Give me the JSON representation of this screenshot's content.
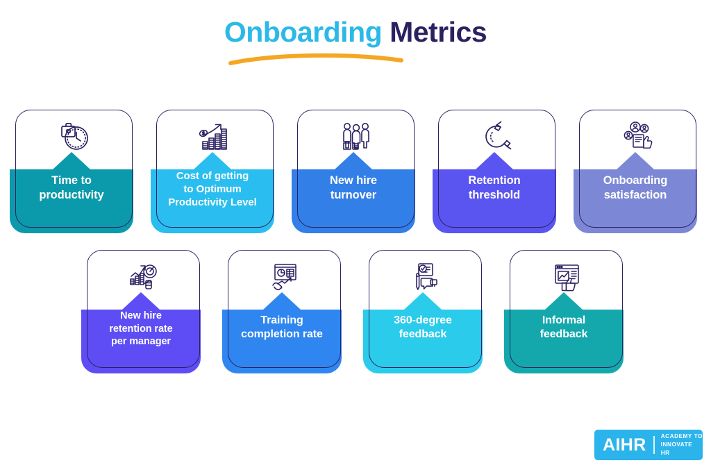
{
  "title": {
    "accent_text": "Onboarding",
    "main_text": "Metrics",
    "accent_color": "#2BB9E8",
    "main_color": "#2B2161",
    "underline_color": "#F5A623"
  },
  "colors": {
    "outline": "#2B2161",
    "icon_stroke": "#2B2161",
    "background": "#FFFFFF"
  },
  "rows": [
    {
      "cards": [
        {
          "label_lines": [
            "Time to",
            "productivity"
          ],
          "label": "Time to productivity",
          "color": "#0B9AAB",
          "icon": "briefcase-clock-icon"
        },
        {
          "label_lines": [
            "Cost of getting",
            "to Optimum",
            "Productivity Level"
          ],
          "label": "Cost of getting to Optimum Productivity Level",
          "color": "#29BEEF",
          "icon": "money-growth-chart-icon"
        },
        {
          "label_lines": [
            "New hire",
            "turnover"
          ],
          "label": "New hire turnover",
          "color": "#337FE8",
          "icon": "three-people-icon"
        },
        {
          "label_lines": [
            "Retention",
            "threshold"
          ],
          "label": "Retention threshold",
          "color": "#5A55F0",
          "icon": "magnet-icon"
        },
        {
          "label_lines": [
            "Onboarding",
            "satisfaction"
          ],
          "label": "Onboarding satisfaction",
          "color": "#7C88D6",
          "icon": "people-thumbs-up-icon"
        }
      ]
    },
    {
      "cards": [
        {
          "label_lines": [
            "New hire",
            "retention rate",
            "per manager"
          ],
          "label": "New hire retention rate per manager",
          "color": "#5E4DF5",
          "icon": "chart-target-icon"
        },
        {
          "label_lines": [
            "Training",
            "completion rate"
          ],
          "label": "Training completion rate",
          "color": "#2F86F0",
          "icon": "presentation-board-icon"
        },
        {
          "label_lines": [
            "360-degree",
            "feedback"
          ],
          "label": "360-degree feedback",
          "color": "#2ACBEB",
          "icon": "survey-feedback-icon"
        },
        {
          "label_lines": [
            "Informal",
            "feedback"
          ],
          "label": "Informal feedback",
          "color": "#14A8AC",
          "icon": "monitor-thumbs-up-icon"
        }
      ]
    }
  ],
  "logo": {
    "mark": "AIHR",
    "tagline_line1": "Academy to",
    "tagline_line2": "Innovate HR",
    "background_color": "#2BB3EC"
  }
}
